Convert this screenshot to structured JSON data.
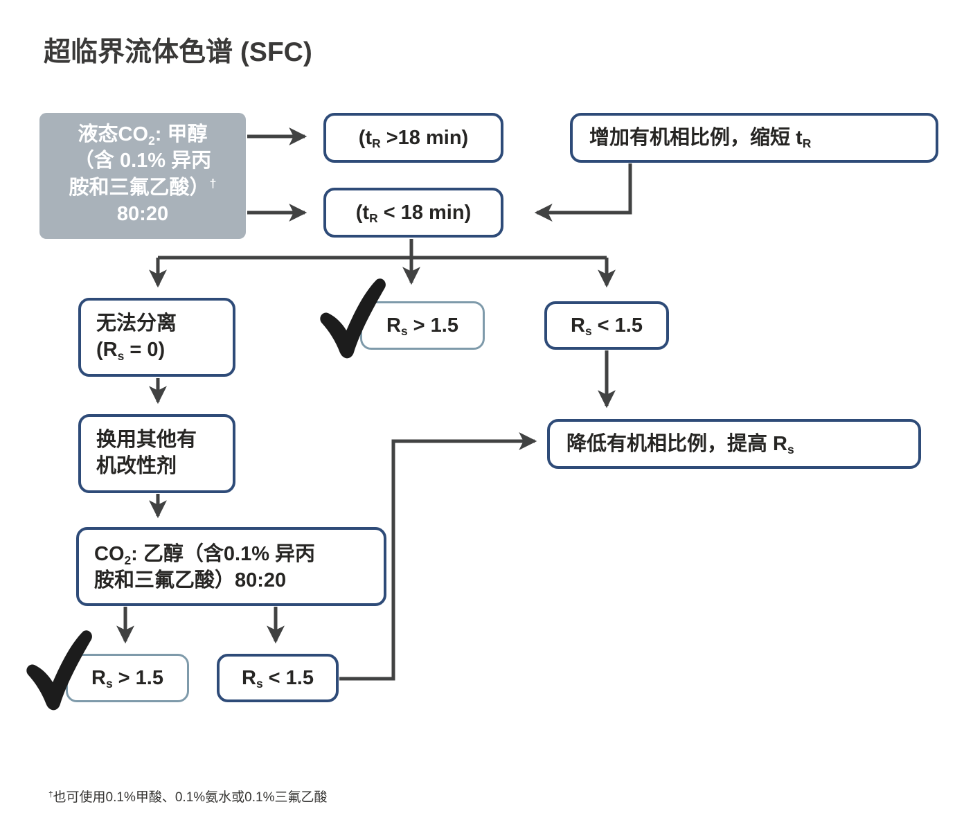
{
  "title": "超临界流体色谱 (SFC)",
  "colors": {
    "border_dark": "#2e4b78",
    "border_light": "#7e9aaa",
    "gray_fill": "#a9b2ba",
    "arrow": "#414242",
    "text": "#262523",
    "check": "#1c1c1c"
  },
  "nodes": {
    "start": {
      "line1_pre": "液态CO",
      "line1_sub": "2",
      "line1_post": ": 甲醇",
      "line2": "（含 0.1% 异丙",
      "line3": "胺和三氟乙酸）",
      "line3_sup": "†",
      "line4": "80:20"
    },
    "tr_gt18": {
      "pre": "(t",
      "sub": "R",
      "post": " >18 min)"
    },
    "increase_organic": {
      "pre": "增加有机相比例，缩短 t",
      "sub": "R"
    },
    "tr_lt18": {
      "pre": "(t",
      "sub": "R",
      "post": " < 18 min)"
    },
    "no_separation": {
      "line1": "无法分离",
      "line2_pre": "(R",
      "line2_sub": "s",
      "line2_post": " = 0)"
    },
    "rs_gt_mid": {
      "pre": "R",
      "sub": "s",
      "post": " > 1.5"
    },
    "rs_lt_top": {
      "pre": "R",
      "sub": "s",
      "post": " < 1.5"
    },
    "change_modifier": {
      "line1": "换用其他有",
      "line2": "机改性剂"
    },
    "co2_ethanol": {
      "pre": "CO",
      "sub": "2",
      "post": ": 乙醇（含0.1% 异丙",
      "line2": "胺和三氟乙酸）80:20"
    },
    "rs_gt_bottom": {
      "pre": "R",
      "sub": "s",
      "post": " > 1.5"
    },
    "rs_lt_bottom": {
      "pre": "R",
      "sub": "s",
      "post": " < 1.5"
    },
    "decrease_organic": {
      "pre": "降低有机相比例，提高 R",
      "sub": "s"
    }
  },
  "footnote": {
    "sup": "†",
    "text": "也可使用0.1%甲酸、0.1%氨水或0.1%三氟乙酸"
  }
}
